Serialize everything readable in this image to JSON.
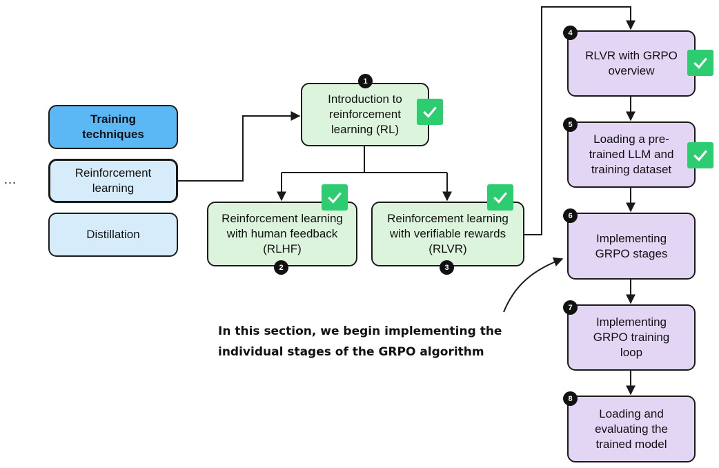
{
  "ellipsis": "...",
  "left_nav": {
    "training_techniques": "Training\ntechniques",
    "reinforcement_learning": "Reinforcement\nlearning",
    "distillation": "Distillation"
  },
  "nodes": {
    "n1": {
      "number": "1",
      "label": "Introduction to\nreinforcement\nlearning (RL)",
      "done": true
    },
    "n2": {
      "number": "2",
      "label": "Reinforcement learning\nwith human feedback\n(RLHF)",
      "done": true
    },
    "n3": {
      "number": "3",
      "label": "Reinforcement learning\nwith verifiable rewards\n(RLVR)",
      "done": true
    },
    "n4": {
      "number": "4",
      "label": "RLVR with GRPO\noverview",
      "done": true
    },
    "n5": {
      "number": "5",
      "label": "Loading a pre-\ntrained LLM and\ntraining dataset",
      "done": true
    },
    "n6": {
      "number": "6",
      "label": "Implementing\nGRPO stages",
      "done": false
    },
    "n7": {
      "number": "7",
      "label": "Implementing\nGRPO training\nloop",
      "done": false
    },
    "n8": {
      "number": "8",
      "label": "Loading and\nevaluating the\ntrained model",
      "done": false
    }
  },
  "annotation": "In this section, we begin implementing the individual stages of the GRPO algorithm",
  "icons": {
    "check": "checkmark-icon",
    "arrow": "arrow-icon"
  },
  "colors": {
    "left_active": "#5bb8f5",
    "left_inactive": "#d6ecfb",
    "green_box": "#dcf3dc",
    "purple_box": "#e3d6f5",
    "check": "#2ecc71",
    "stroke": "#1a1a1a"
  }
}
